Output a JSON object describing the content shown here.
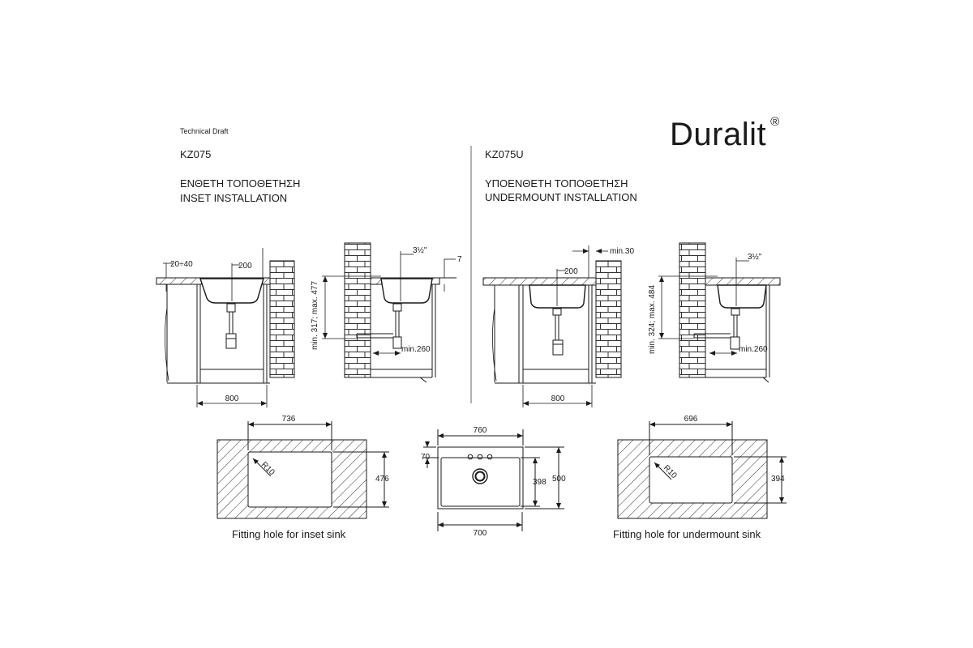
{
  "header": {
    "doc_type": "Technical Draft",
    "brand": "Duralit",
    "brand_mark": "®"
  },
  "left": {
    "model": "KZ075",
    "title_gr": "ΕΝΘΕΤΗ ΤΟΠΟΘΕΤΗΣΗ",
    "title_en": "INSET INSTALLATION",
    "dims": {
      "edge_gap": "20÷40",
      "drain_offset": "200",
      "cabinet_width": "800",
      "trap_size": "3½\"",
      "lip": "7",
      "drain_height": "min. 317; max. 477",
      "trap_reach": "min.260"
    }
  },
  "right": {
    "model": "KZ075U",
    "title_gr": "ΥΠΟΕΝΘΕΤΗ ΤΟΠΟΘΕΤΗΣΗ",
    "title_en": "UNDERMOUNT INSTALLATION",
    "dims": {
      "wall_gap": "min.30",
      "drain_offset": "200",
      "cabinet_width": "800",
      "trap_size": "3½\"",
      "drain_height": "min. 324; max. 484",
      "trap_reach": "min.260"
    }
  },
  "cutout_inset": {
    "width": "736",
    "height": "476",
    "radius": "R10",
    "caption": "Fitting hole for inset sink"
  },
  "sink_top": {
    "outer_width": "760",
    "outer_height": "500",
    "bowl_width": "700",
    "bowl_height": "398",
    "rim": "70"
  },
  "cutout_undermount": {
    "width": "696",
    "height": "394",
    "radius": "R10",
    "caption": "Fitting hole for undermount sink"
  }
}
